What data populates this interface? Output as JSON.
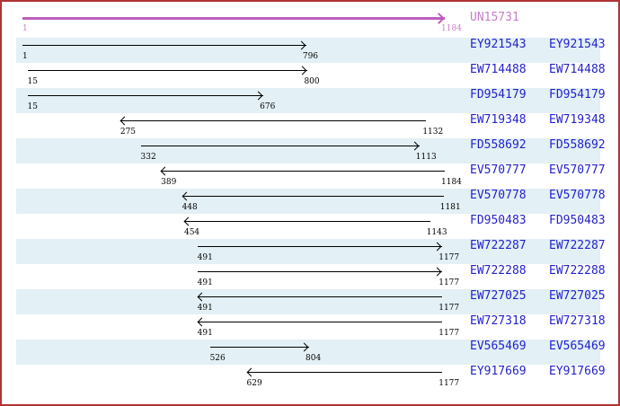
{
  "colors": {
    "frame_border": "#b03434",
    "row_shade": "#e3f0f5",
    "reference_arrow": "#c05cc0",
    "reference_text": "#c77fc7",
    "accession_text": "#2222cc",
    "alignment_arrow": "#000000"
  },
  "axis": {
    "min": 1,
    "max": 1184
  },
  "reference": {
    "name": "UN15731",
    "start": 1,
    "end": 1184,
    "direction": "right"
  },
  "alignments": [
    {
      "accession": "EY921543",
      "start": 1,
      "end": 796,
      "direction": "right"
    },
    {
      "accession": "EW714488",
      "start": 15,
      "end": 800,
      "direction": "right"
    },
    {
      "accession": "FD954179",
      "start": 15,
      "end": 676,
      "direction": "right"
    },
    {
      "accession": "EW719348",
      "start": 275,
      "end": 1132,
      "direction": "left"
    },
    {
      "accession": "FD558692",
      "start": 332,
      "end": 1113,
      "direction": "right"
    },
    {
      "accession": "EV570777",
      "start": 389,
      "end": 1184,
      "direction": "left"
    },
    {
      "accession": "EV570778",
      "start": 448,
      "end": 1181,
      "direction": "left"
    },
    {
      "accession": "FD950483",
      "start": 454,
      "end": 1143,
      "direction": "left"
    },
    {
      "accession": "EW722287",
      "start": 491,
      "end": 1177,
      "direction": "right"
    },
    {
      "accession": "EW722288",
      "start": 491,
      "end": 1177,
      "direction": "right"
    },
    {
      "accession": "EW727025",
      "start": 491,
      "end": 1177,
      "direction": "left"
    },
    {
      "accession": "EW727318",
      "start": 491,
      "end": 1177,
      "direction": "left"
    },
    {
      "accession": "EV565469",
      "start": 526,
      "end": 804,
      "direction": "right"
    },
    {
      "accession": "EY917669",
      "start": 629,
      "end": 1177,
      "direction": "left"
    }
  ]
}
